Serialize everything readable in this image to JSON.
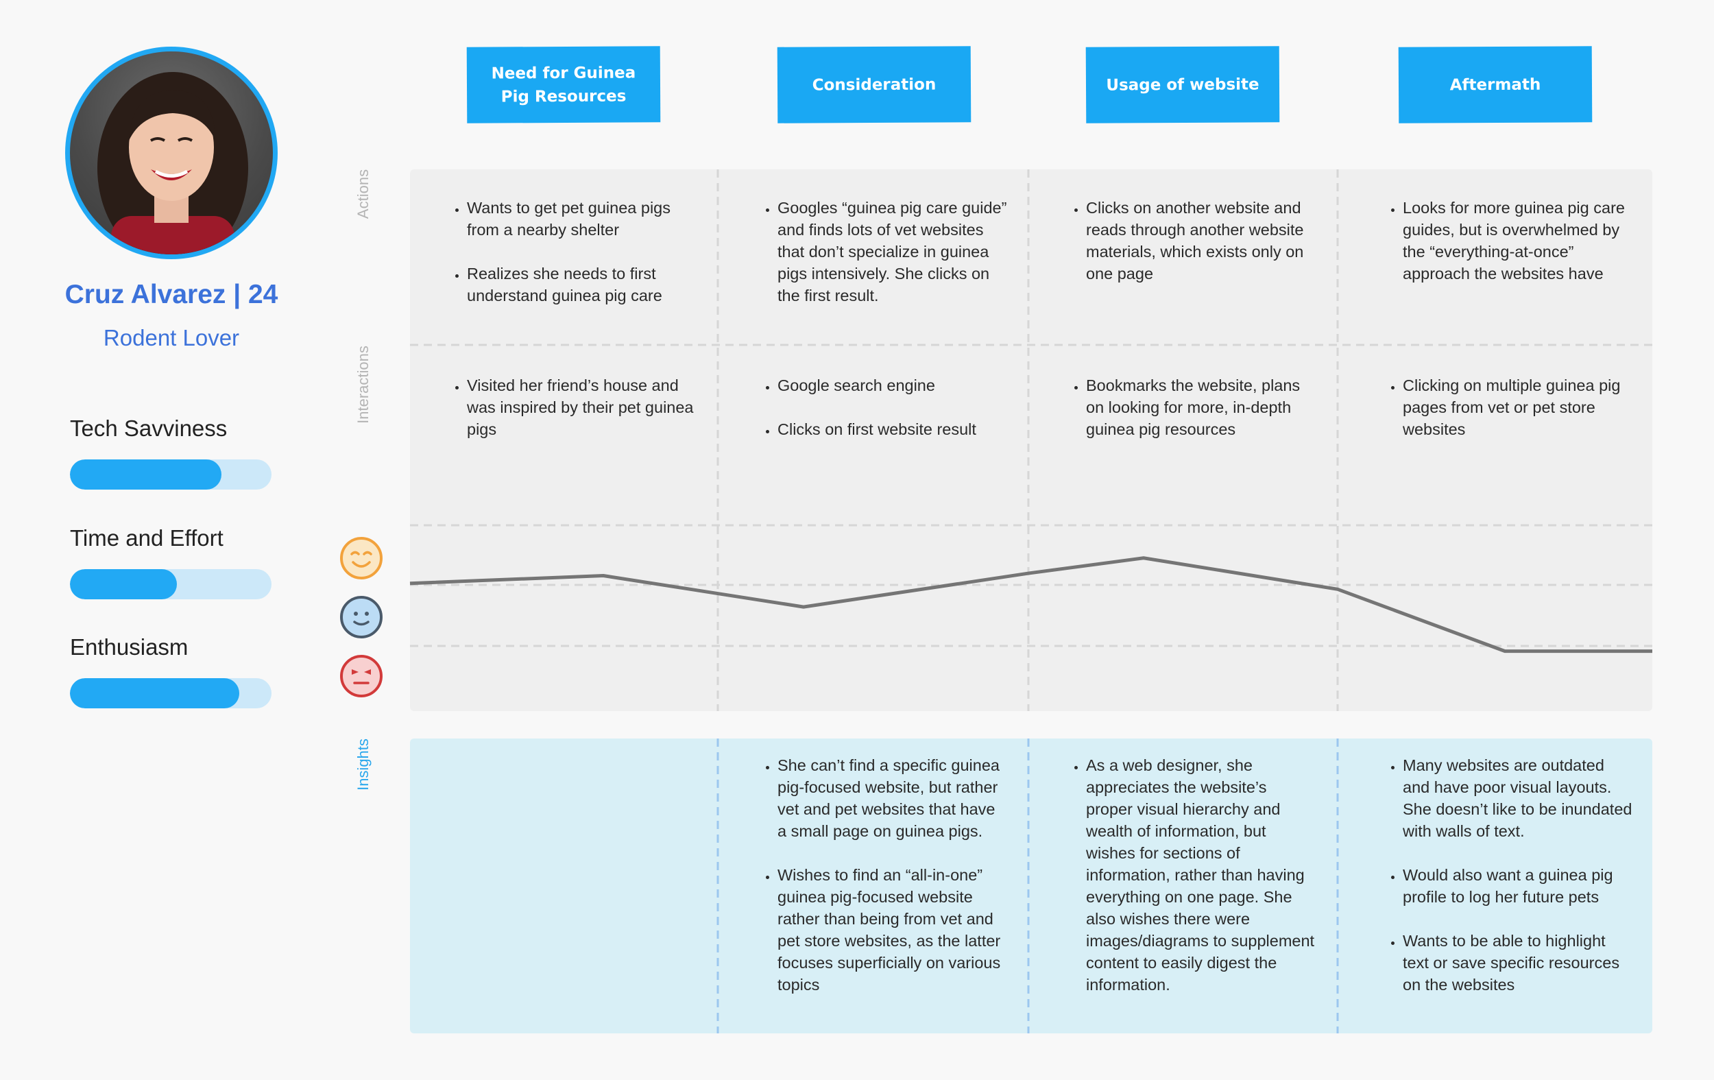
{
  "persona": {
    "name": "Cruz Alvarez | 24",
    "role": "Rodent Lover",
    "metrics": [
      {
        "label": "Tech Savviness",
        "level": 0.75
      },
      {
        "label": "Time and Effort",
        "level": 0.53
      },
      {
        "label": "Enthusiasm",
        "level": 0.84
      }
    ]
  },
  "phases": [
    "Need for Guinea Pig Resources",
    "Consideration",
    "Usage of website",
    "Aftermath"
  ],
  "row_labels": {
    "actions": "Actions",
    "interactions": "Interactions",
    "insights": "Insights"
  },
  "actions": [
    [
      "Wants to get pet guinea pigs from a nearby shelter",
      "Realizes she needs to first understand guinea pig care"
    ],
    [
      "Googles “guinea pig care guide” and finds lots of vet websites that don’t specialize in guinea pigs intensively. She clicks on the first result."
    ],
    [
      "Clicks on another website and reads through another website materials, which exists only on one page"
    ],
    [
      "Looks for more guinea pig care guides, but is overwhelmed by the “everything-at-once” approach the websites have"
    ]
  ],
  "interactions": [
    [
      "Visited her friend’s house and was inspired by their pet guinea pigs"
    ],
    [
      "Google search engine",
      "Clicks on first website result"
    ],
    [
      "Bookmarks the website, plans on looking for more, in-depth guinea pig resources"
    ],
    [
      "Clicking on multiple guinea pig pages from vet or pet store websites"
    ]
  ],
  "insights": [
    [],
    [
      "She can’t find a specific guinea pig-focused website, but rather vet and pet websites that have a small page on guinea pigs.",
      "Wishes to find an “all-in-one” guinea pig-focused website rather than being from vet and pet store websites, as the latter focuses superficially on various topics"
    ],
    [
      "As a web designer, she appreciates the website’s proper visual hierarchy and wealth of information, but wishes for sections of information, rather than having everything on one page. She also wishes there were images/diagrams to supplement content to easily digest the information."
    ],
    [
      "Many websites are outdated and have poor visual layouts. She doesn’t like to be inundated with walls of text.",
      "Would also want a guinea pig profile to log her future pets",
      "Wants to be able to highlight text or save specific resources on the websites"
    ]
  ],
  "emotions": {
    "levels": [
      "happy",
      "neutral",
      "upset"
    ],
    "icons": [
      "smiling-face-icon",
      "neutral-face-icon",
      "angry-face-icon"
    ],
    "colors": {
      "happy": "#f2a23c",
      "neutral": "#4a5a6a",
      "upset": "#d23a3a"
    },
    "curve": [
      0.55,
      0.68,
      0.15,
      0.72,
      0.98,
      0.45,
      -0.6,
      -0.6
    ]
  },
  "colors": {
    "accent": "#1aa8f3",
    "persona_text": "#3c72da",
    "insight_bg": "#d8eff6",
    "panel_bg": "#efefef"
  }
}
